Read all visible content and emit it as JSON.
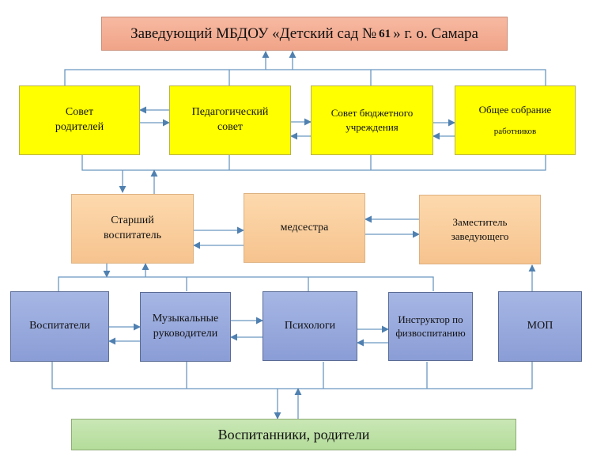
{
  "header": {
    "title_pre": "Заведующий МБДОУ «Детский сад №",
    "title_num": "61",
    "title_post": "» г. о. Самара"
  },
  "level1": {
    "parents_council": "Совет родителей",
    "ped_council": "Педагогический совет",
    "budget_council": "Совет бюджетного учреждения",
    "general_meeting_line1": "Общее собрание",
    "general_meeting_line2": "работников"
  },
  "level2": {
    "senior_teacher": "Старший воспитатель",
    "nurse": "медсестра",
    "deputy": "Заместитель заведующего"
  },
  "level3": {
    "teachers": "Воспитатели",
    "music": "Музыкальные руководители",
    "psychologists": "Психологи",
    "pe_instructor": "Инструктор по физвоспитанию",
    "mop": "МОП"
  },
  "footer": {
    "pupils_parents": "Воспитанники, родители"
  },
  "colors": {
    "header": "#f4ac91",
    "level1": "#ffff00",
    "level2": "#fbcd9b",
    "level3": "#95a6dc",
    "footer": "#bfe2a8",
    "connector": "#6b97c0"
  }
}
